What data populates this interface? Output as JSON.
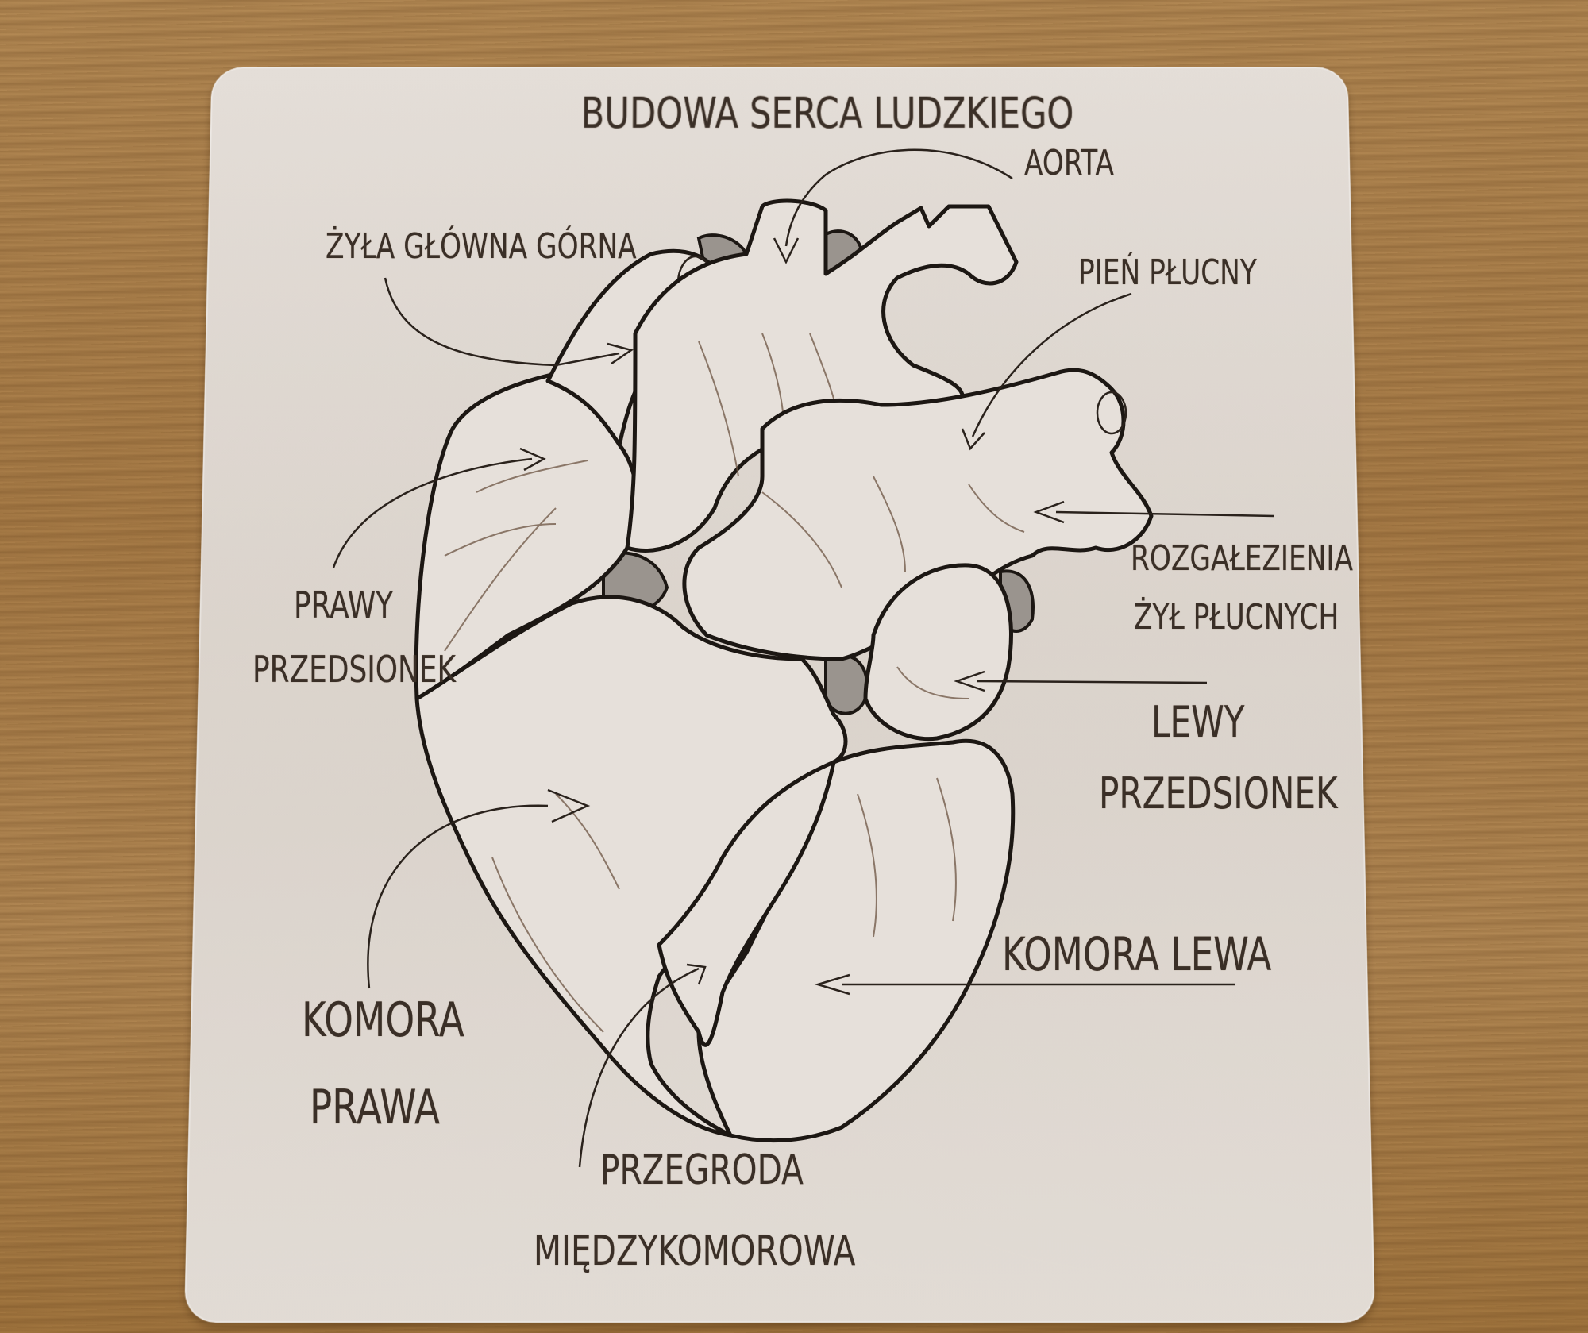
{
  "scene": {
    "description": "Laser-engraved wooden anatomical puzzle of the human heart lying on an oak table",
    "colors": {
      "table": "#ad8048",
      "board": "#e2dcd6",
      "engraving": "#3a2f27",
      "cut_line": "#1c1713"
    }
  },
  "board": {
    "title": "BUDOWA SERCA LUDZKIEGO",
    "labels": {
      "aorta": "AORTA",
      "vena_cava": "ŻYŁA GŁÓWNA GÓRNA",
      "pulmonary_trunk": "PIEŃ PŁUCNY",
      "pulmonary_veins_line1": "ROZGAŁEZIENIA",
      "pulmonary_veins_line2": "ŻYŁ PŁUCNYCH",
      "right_atrium_line1": "PRAWY",
      "right_atrium_line2": "PRZEDSIONEK",
      "left_atrium_line1": "LEWY",
      "left_atrium_line2": "PRZEDSIONEK",
      "left_ventricle": "KOMORA LEWA",
      "right_ventricle_line1": "KOMORA",
      "right_ventricle_line2": "PRAWA",
      "septum_line1": "PRZEGRODA",
      "septum_line2": "MIĘDZYKOMOROWA"
    }
  }
}
